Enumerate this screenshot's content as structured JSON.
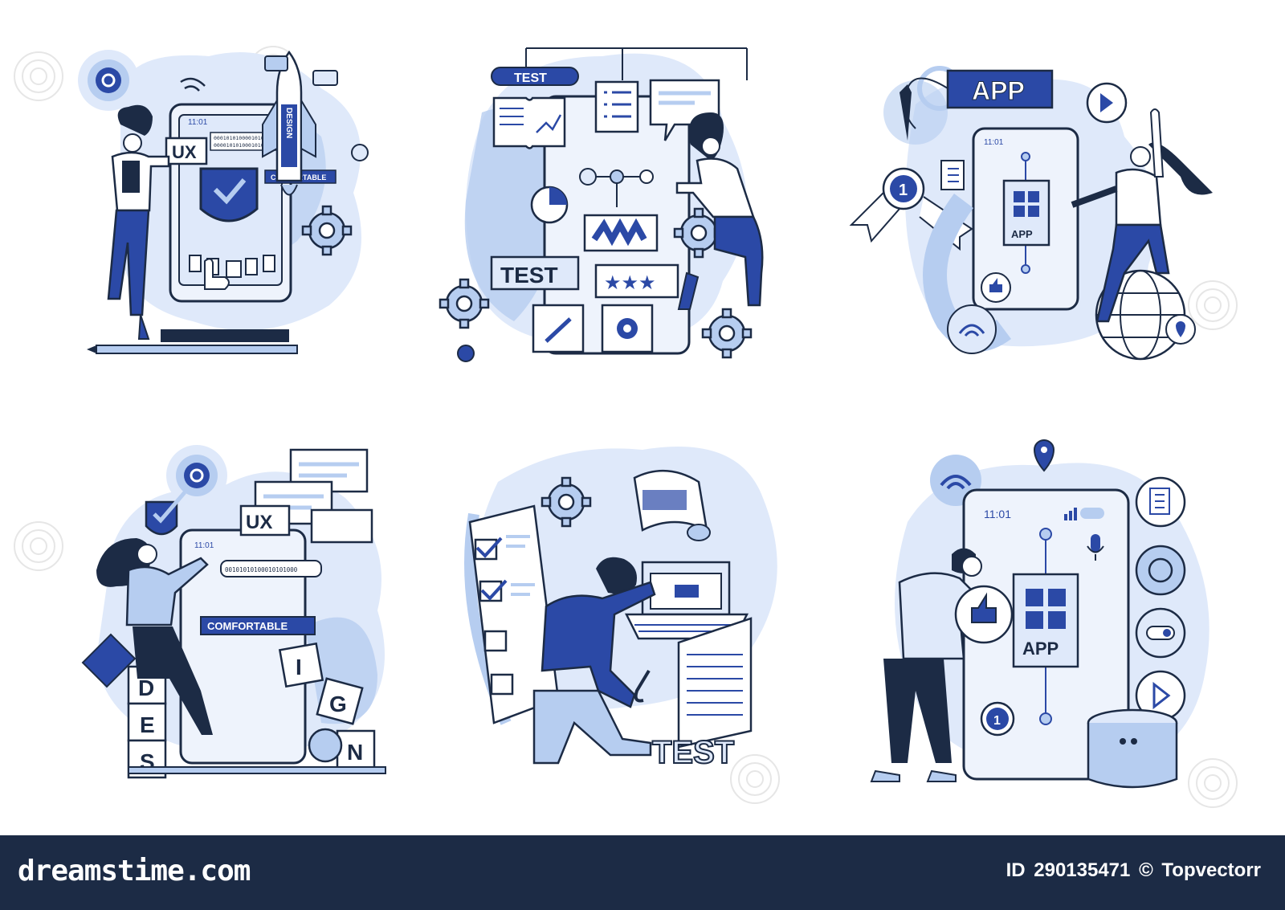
{
  "colors": {
    "primary": "#2b49a6",
    "light": "#b6cdf0",
    "pale": "#dfe9fa",
    "dark": "#1c2b45",
    "white": "#ffffff"
  },
  "scenes": {
    "s1": {
      "time": "11:01",
      "badge": "UX",
      "binary1": "00010101000010101",
      "binary2": "00001010100010101",
      "tag": "COMFORTABLE",
      "rocket_label": "DESIGN"
    },
    "s2": {
      "tag": "TEST",
      "sign": "TEST"
    },
    "s3": {
      "tag": "APP",
      "time": "11:01",
      "badge_num": "1",
      "screen_label": "APP"
    },
    "s4": {
      "time": "11:01",
      "badge": "UX",
      "binary": "00101010100010101000",
      "tag": "COMFORTABLE",
      "blocks": [
        "D",
        "E",
        "S",
        "I",
        "G",
        "N"
      ]
    },
    "s5": {
      "sign": "TEST"
    },
    "s6": {
      "time": "11:01",
      "screen_label": "APP",
      "badge_num": "1"
    }
  },
  "footer": {
    "brand": "dreamstime.com",
    "id_label": "ID",
    "id_value": "290135471",
    "copyright": "©",
    "author": "Topvectorr"
  },
  "icons": [
    "shield-check-icon",
    "rocket-icon",
    "gear-icon",
    "wifi-icon",
    "pencil-icon",
    "chat-bubble-icon",
    "book-icon",
    "checklist-icon",
    "star-icon",
    "wrench-icon",
    "award-ribbon-icon",
    "globe-icon",
    "location-pin-icon",
    "play-icon",
    "thumbs-up-icon",
    "microphone-icon",
    "laptop-icon",
    "notebook-icon",
    "database-icon"
  ]
}
